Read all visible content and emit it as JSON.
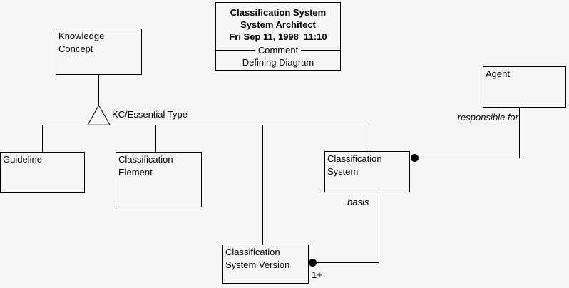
{
  "canvas": {
    "background_color": "#f6f6f6",
    "line_color": "#000000",
    "text_color": "#000000"
  },
  "title_block": {
    "line1": "Classification System",
    "line2": "System Architect",
    "line3": "Fri Sep 11, 1998  11:10",
    "separator_label": "Comment",
    "line4": "Defining Diagram"
  },
  "boxes": {
    "knowledge_concept": "Knowledge\nConcept",
    "guideline": "Guideline",
    "classification_element": "Classification\nElement",
    "classification_system": "Classification\nSystem",
    "agent": "Agent",
    "classification_system_version": "Classification\nSystem Version"
  },
  "labels": {
    "subtype": "KC/Essential Type",
    "responsible_for": "responsible for",
    "basis": "basis",
    "cardinality_one_plus": "1+"
  },
  "icons": {
    "subtype_triangle": "open-triangle",
    "association_end_dot": "filled-circle"
  }
}
